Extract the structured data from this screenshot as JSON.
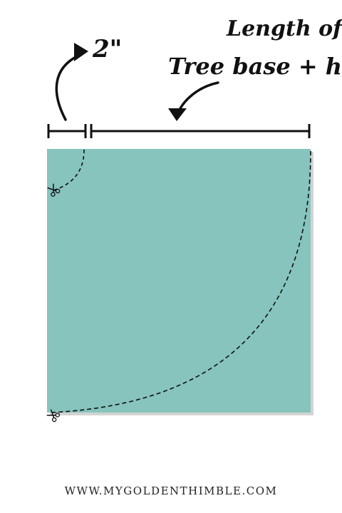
{
  "labels": {
    "small_measure": "2\"",
    "length_line1": "Length of",
    "length_line2": "Tree base + hem"
  },
  "footer": {
    "website": "WWW.MYGOLDENTHIMBLE.COM"
  },
  "colors": {
    "fabric": "#86c4bd",
    "fabric_shadow": "#b9b9b9",
    "ink": "#111111"
  },
  "icons": {
    "cut_marker": "scissors-icon"
  }
}
